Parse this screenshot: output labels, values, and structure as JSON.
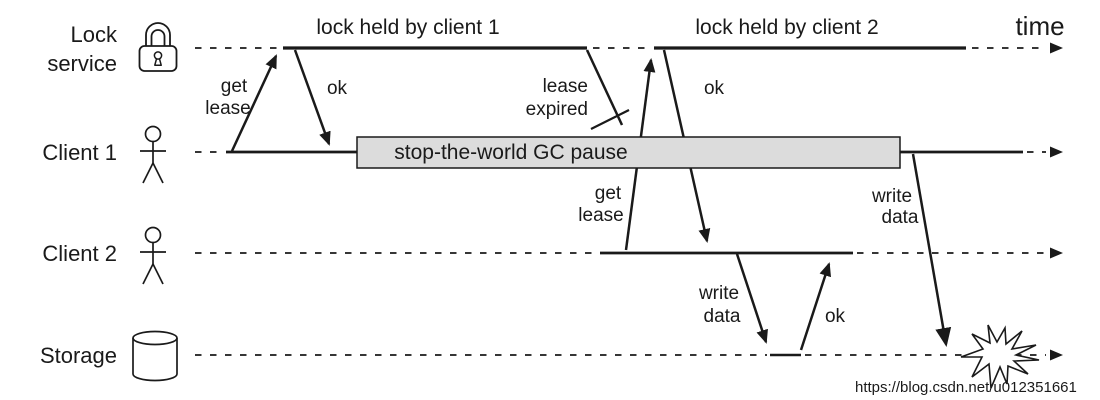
{
  "title": {
    "time": "time"
  },
  "lanes": {
    "lock_service": {
      "line1": "Lock",
      "line2": "service"
    },
    "client1": "Client 1",
    "client2": "Client 2",
    "storage": "Storage"
  },
  "annotations": {
    "lock_held_1": "lock held by client 1",
    "lock_held_2": "lock held by client 2",
    "gc_pause": "stop-the-world GC pause",
    "get_lease1_word1": "get",
    "get_lease1_word2": "lease",
    "ok1": "ok",
    "lease_expired_word1": "lease",
    "lease_expired_word2": "expired",
    "get_lease2_word1": "get",
    "get_lease2_word2": "lease",
    "ok2": "ok",
    "write_data_c2_word1": "write",
    "write_data_c2_word2": "data",
    "ok3": "ok",
    "write_data_c1_word1": "write",
    "write_data_c1_word2": "data"
  },
  "icons": {
    "lock_service": "padlock-icon",
    "client1": "person-icon",
    "client2": "person-icon",
    "storage": "database-cylinder-icon",
    "crash": "explosion-icon"
  },
  "watermark": "https://blog.csdn.net/u012351661",
  "colors": {
    "ink": "#1a1a1a",
    "gc_box_fill": "#dcdcdc",
    "gc_box_border": "#1a1a1a",
    "watermark": "#d6cccc",
    "background": "#ffffff"
  }
}
